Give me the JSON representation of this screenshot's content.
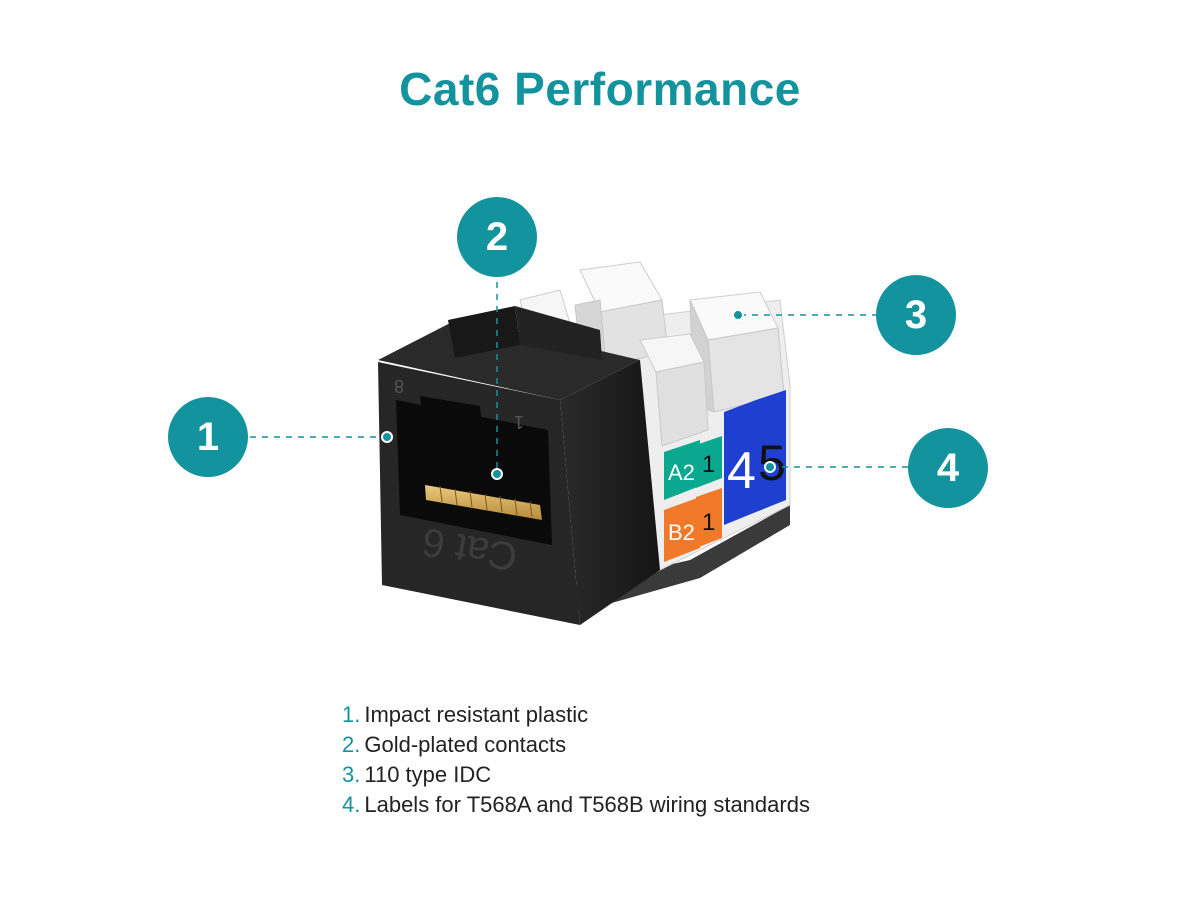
{
  "title": "Cat6 Performance",
  "accent_color": "#13939e",
  "product": {
    "face_label": "Cat 6",
    "pin_marks": [
      "8",
      "1"
    ],
    "idc_labels": {
      "a_pair": "A2",
      "a_num": "1",
      "b_pair": "B2",
      "b_num": "1",
      "blue_left": "4",
      "blue_right": "5"
    },
    "label_colors": {
      "green": "#0aa88f",
      "orange": "#f07a2a",
      "blue": "#1e3fd0"
    }
  },
  "callouts": [
    {
      "number": "1"
    },
    {
      "number": "2"
    },
    {
      "number": "3"
    },
    {
      "number": "4"
    }
  ],
  "legend": [
    {
      "num": "1.",
      "text": "Impact resistant plastic"
    },
    {
      "num": "2.",
      "text": "Gold-plated contacts"
    },
    {
      "num": "3.",
      "text": "110 type IDC"
    },
    {
      "num": "4.",
      "text": "Labels for T568A and T568B wiring standards"
    }
  ]
}
